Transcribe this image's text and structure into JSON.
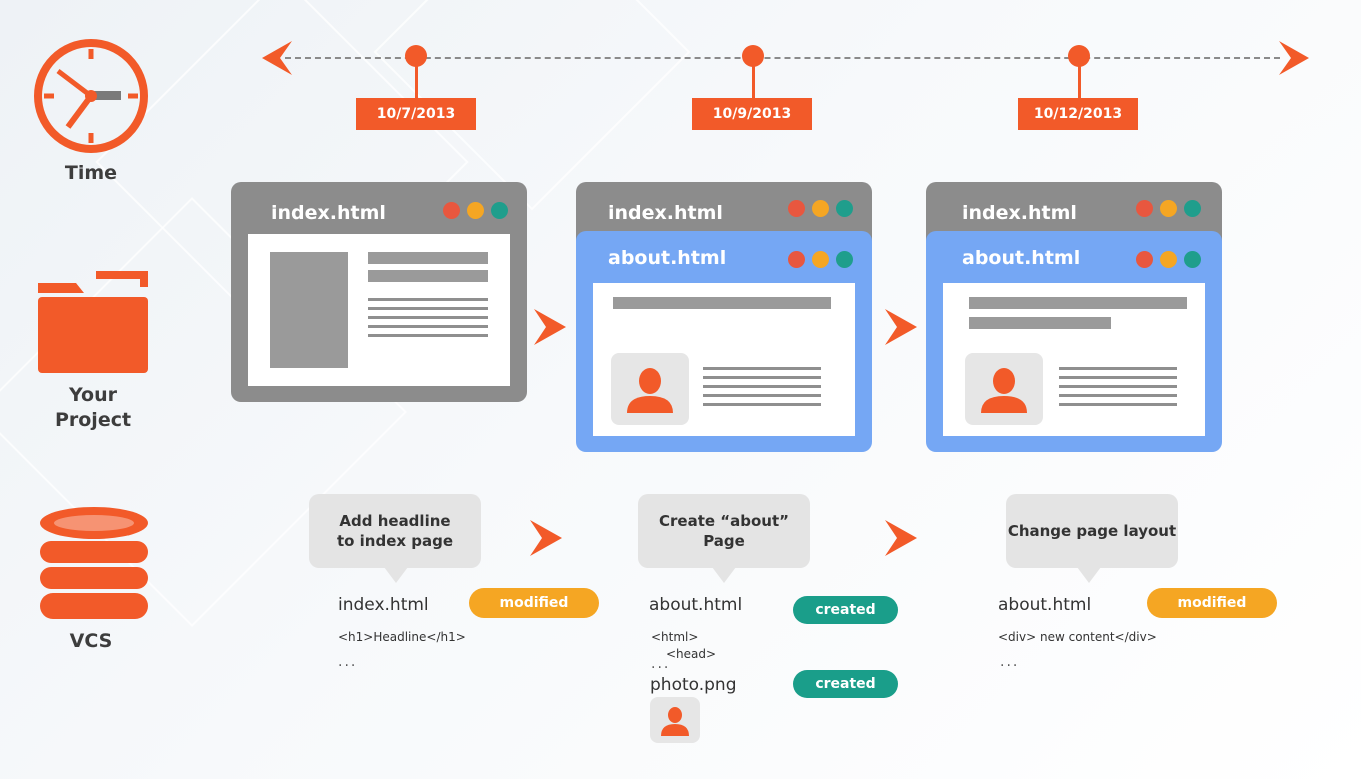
{
  "colors": {
    "accent": "#f25a29",
    "window_gray": "#8c8c8c",
    "window_blue": "#75a7f4",
    "modified": "#f5a623",
    "created": "#1a9e8a"
  },
  "rail": {
    "time_label": "Time",
    "project_label_line1": "Your",
    "project_label_line2": "Project",
    "vcs_label": "VCS",
    "time_icon": "clock-icon",
    "project_icon": "folder-icon",
    "vcs_icon": "database-icon"
  },
  "timeline": {
    "dates": [
      "10/7/2013",
      "10/9/2013",
      "10/12/2013"
    ]
  },
  "windows": [
    {
      "title": "index.html"
    },
    {
      "back_title": "index.html",
      "front_title": "about.html"
    },
    {
      "back_title": "index.html",
      "front_title": "about.html"
    }
  ],
  "commits": [
    {
      "message_line1": "Add headline",
      "message_line2": "to index page",
      "files": [
        {
          "name": "index.html",
          "status": "modified",
          "code_line1": "<h1>Headline</h1>",
          "ellipsis": "..."
        }
      ]
    },
    {
      "message": "Create “about” Page",
      "files": [
        {
          "name": "about.html",
          "status": "created",
          "code_line1": "<html>",
          "code_line2": "<head>",
          "ellipsis": "..."
        },
        {
          "name": "photo.png",
          "status": "created"
        }
      ]
    },
    {
      "message": "Change page layout",
      "files": [
        {
          "name": "about.html",
          "status": "modified",
          "code_line1": "<div> new content</div>",
          "ellipsis": "..."
        }
      ]
    }
  ]
}
